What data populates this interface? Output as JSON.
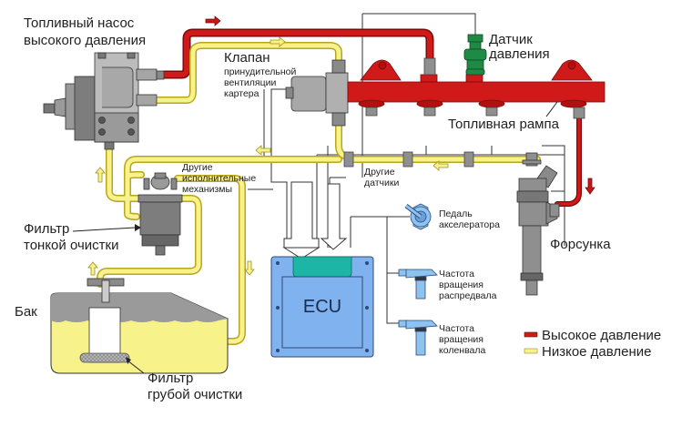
{
  "title": "Common Rail diesel fuel system diagram",
  "colors": {
    "high_pressure": "#d01a1a",
    "low_pressure": "#f7f28a",
    "low_pressure_outline": "#c9b820",
    "component_gray": "#8f8f8f",
    "ecu_blue": "#7fb2ee",
    "ecu_connector": "#1db6a6",
    "sensor_blue": "#8ec3f0",
    "pressure_sensor_green": "#1f8a44",
    "tank_fuel": "#f7f28a",
    "tank_air": "#9a9a9a",
    "wire": "#333333"
  },
  "labels": {
    "hp_pump": [
      "Топливный насос",
      "высокого давления"
    ],
    "valve": [
      "Клапан"
    ],
    "valve_sub": [
      "принудительной",
      "вентиляции",
      "картера"
    ],
    "pressure_sensor": [
      "Датчик",
      "давления"
    ],
    "fuel_rail": "Топливная рампа",
    "other_actuators": [
      "Другие",
      "исполнительные",
      "механизмы"
    ],
    "other_sensors": [
      "Другие",
      "датчики"
    ],
    "fine_filter": [
      "Фильтр",
      "тонкой очистки"
    ],
    "accelerator_pedal": [
      "Педаль",
      "акселератора"
    ],
    "camshaft_speed": [
      "Частота",
      "вращения",
      "распредвала"
    ],
    "crankshaft_speed": [
      "Частота",
      "вращения",
      "коленвала"
    ],
    "injector": "Форсунка",
    "tank": "Бак",
    "coarse_filter": [
      "Фильтр",
      "грубой очистки"
    ],
    "ecu": "ECU"
  },
  "legend": [
    {
      "label": "Высокое давление",
      "color_key": "high_pressure"
    },
    {
      "label": "Низкое давление",
      "color_key": "low_pressure"
    }
  ],
  "flow_arrows": [
    {
      "line": "high_pressure",
      "direction": "right",
      "location": "top high-pressure line"
    },
    {
      "line": "low_pressure",
      "direction": "right",
      "location": "pump to valve line"
    },
    {
      "line": "low_pressure",
      "direction": "left",
      "location": "return line"
    },
    {
      "line": "low_pressure",
      "direction": "left",
      "location": "injector return line"
    },
    {
      "line": "low_pressure",
      "direction": "up",
      "location": "filter to pump"
    },
    {
      "line": "low_pressure",
      "direction": "up",
      "location": "tank to filter"
    },
    {
      "line": "low_pressure",
      "direction": "down",
      "location": "return to tank"
    },
    {
      "line": "high_pressure",
      "direction": "down",
      "location": "rail to injector"
    }
  ]
}
